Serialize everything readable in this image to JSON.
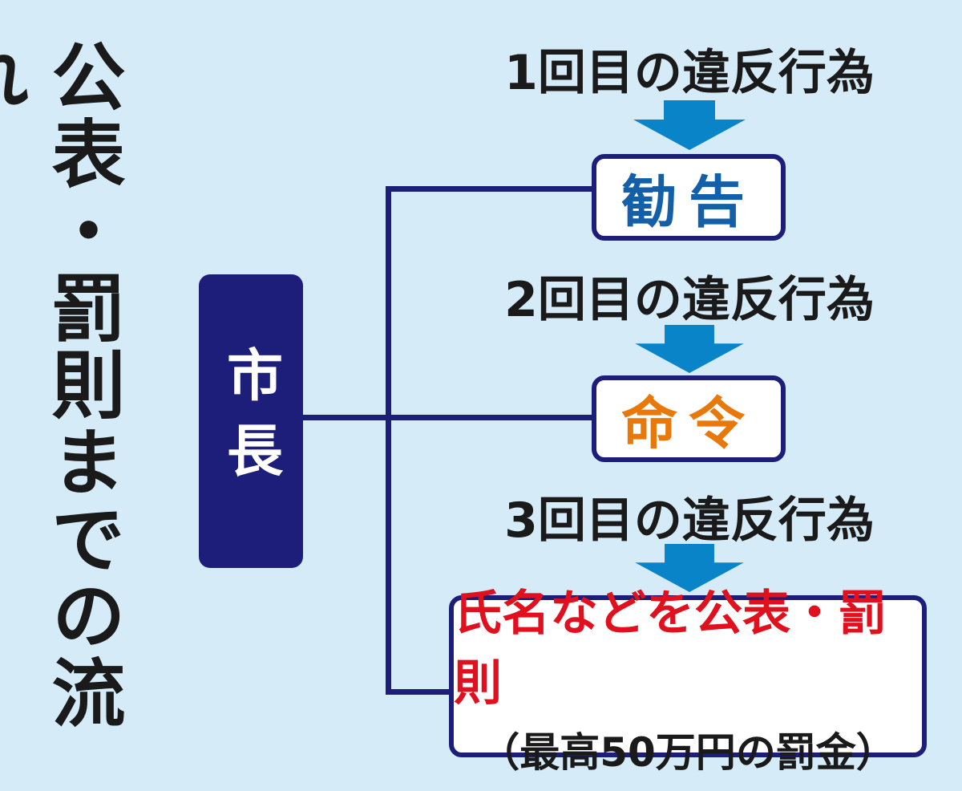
{
  "title": "公表・罰則までの流れ",
  "mayor": "市長",
  "steps": [
    "1回目の違反行為",
    "2回目の違反行為",
    "3回目の違反行為"
  ],
  "actions": {
    "recommendation": "勧告",
    "order": "命令",
    "final_main": "氏名などを公表・罰則",
    "final_sub": "（最高50万円の罰金）"
  },
  "colors": {
    "background": "#d5ebf8",
    "navy": "#1d1e7a",
    "arrow": "#0a84c8",
    "recommendation": "#1460a8",
    "order": "#e8780a",
    "final": "#e0101e"
  }
}
